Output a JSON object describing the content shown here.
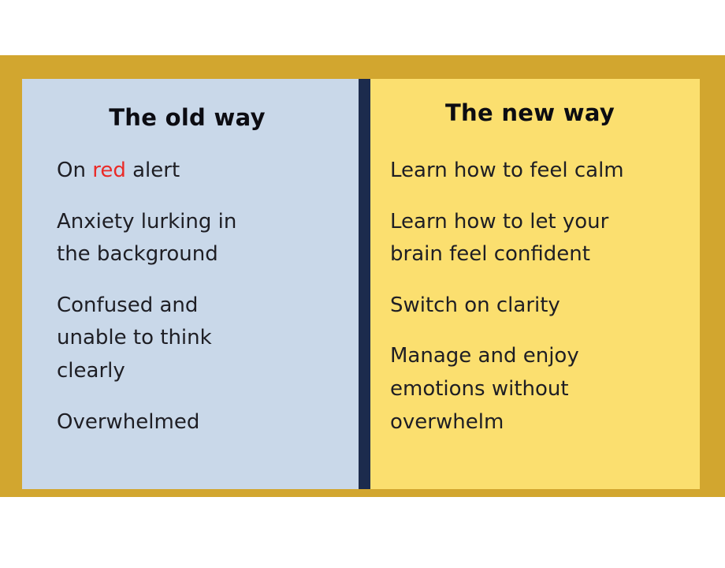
{
  "colors": {
    "frame_gold": "#d2a62f",
    "old_panel_blue": "#c9d8e9",
    "new_panel_yellow": "#fbdf6f",
    "divider_navy": "#1c2b4d",
    "body_text": "#1e1e24",
    "alert_red": "#ea2a27",
    "page_background": "#ffffff"
  },
  "old_way": {
    "title": "The old way",
    "item1": {
      "prefix": "On ",
      "highlight": "red",
      "suffix": " alert"
    },
    "item2": "Anxiety lurking in\nthe background",
    "item3": "Confused and\nunable to think\nclearly",
    "item4": "Overwhelmed"
  },
  "new_way": {
    "title": "The new way",
    "item1": "Learn how to feel calm",
    "item2": "Learn how to let your\nbrain feel confident",
    "item3": "Switch on clarity",
    "item4": "Manage and enjoy\nemotions without\noverwhelm"
  }
}
